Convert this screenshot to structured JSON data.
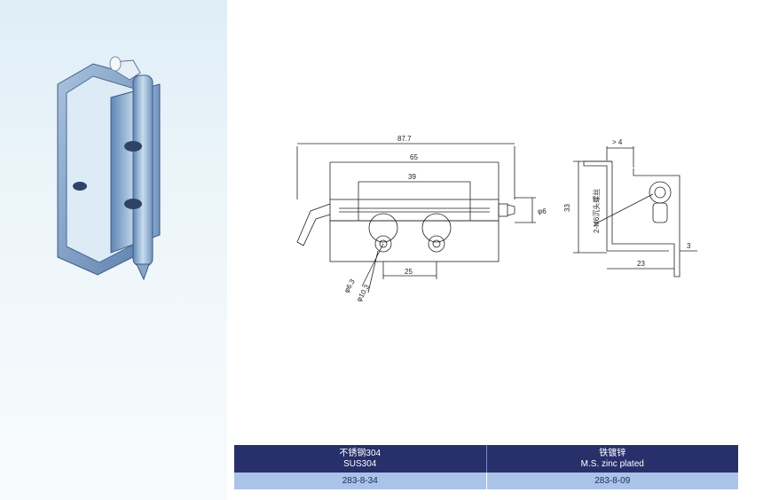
{
  "drawing": {
    "dim_overall": "87.7",
    "dim_body": "65",
    "dim_center": "39",
    "dim_hole_pitch": "25",
    "dim_pin_dia": "φ6",
    "dim_hole_small": "φ6.3",
    "dim_hole_large": "φ10.3",
    "dim_gap": "> 4",
    "dim_height": "33",
    "dim_depth": "23",
    "dim_thickness": "3",
    "screw_note": "2-M6沉头螺丝"
  },
  "table": {
    "columns": [
      {
        "line1": "不锈钢304",
        "line2": "SUS304",
        "code": "283-8-34"
      },
      {
        "line1": "铁镀锌",
        "line2": "M.S. zinc plated",
        "code": "283-8-09"
      }
    ]
  }
}
